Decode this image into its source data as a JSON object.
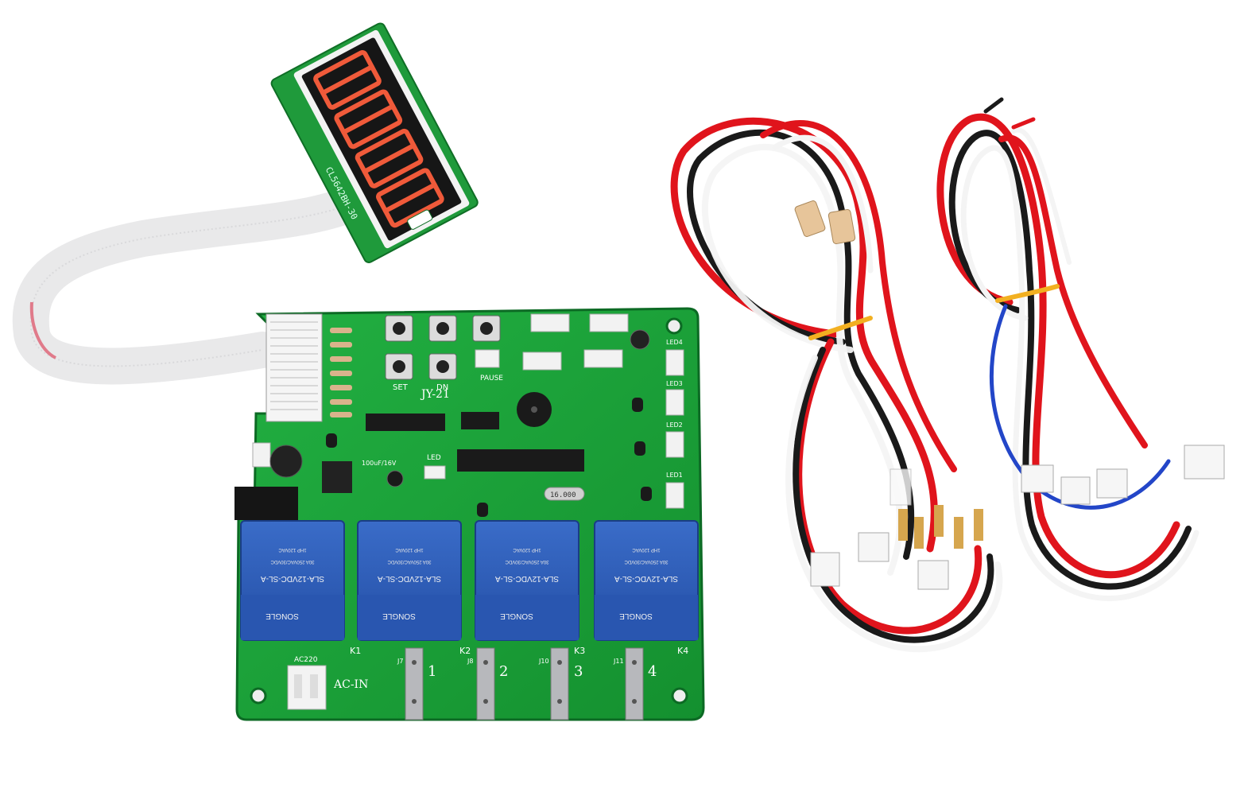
{
  "display_module": {
    "part_number": "CL5642BH-30"
  },
  "board": {
    "model": "JY-21",
    "button_set_label": "SET",
    "button_dn_label": "DN",
    "pause_label": "PAUSE",
    "led_label": "LED",
    "power_label": "AC-IN",
    "power_rating": "AC220",
    "crystal_label": "16.000",
    "cap_label": "100uF/16V",
    "header_labels": [
      "LED4",
      "LED3",
      "LED2",
      "LED1"
    ]
  },
  "relays": [
    {
      "ref": "K1",
      "rating_ac": "30A 250VAC/30VDC",
      "hp": "1HP 120VAC",
      "model": "SLA-12VDC-SL-A",
      "brand": "SONGLE",
      "terminal_number": "1",
      "jumper": "J7"
    },
    {
      "ref": "K2",
      "rating_ac": "30A 250VAC/30VDC",
      "hp": "1HP 120VAC",
      "model": "SLA-12VDC-SL-A",
      "brand": "SONGLE",
      "terminal_number": "2",
      "jumper": "J8"
    },
    {
      "ref": "K3",
      "rating_ac": "30A 250VAC/30VDC",
      "hp": "1HP 120VAC",
      "model": "SLA-12VDC-SL-A",
      "brand": "SONGLE",
      "terminal_number": "3",
      "jumper": "J10"
    },
    {
      "ref": "K4",
      "rating_ac": "30A 250VAC/30VDC",
      "hp": "1HP 120VAC",
      "model": "SLA-12VDC-SL-A",
      "brand": "SONGLE",
      "terminal_number": "4",
      "jumper": "J11"
    }
  ],
  "colors": {
    "pcb_green": "#1aa33a",
    "relay_blue": "#2a5bb8",
    "wire_red": "#e0141c",
    "wire_black": "#1a1a1a",
    "wire_white": "#f4f4f4",
    "segment_red": "#f05a3a"
  }
}
